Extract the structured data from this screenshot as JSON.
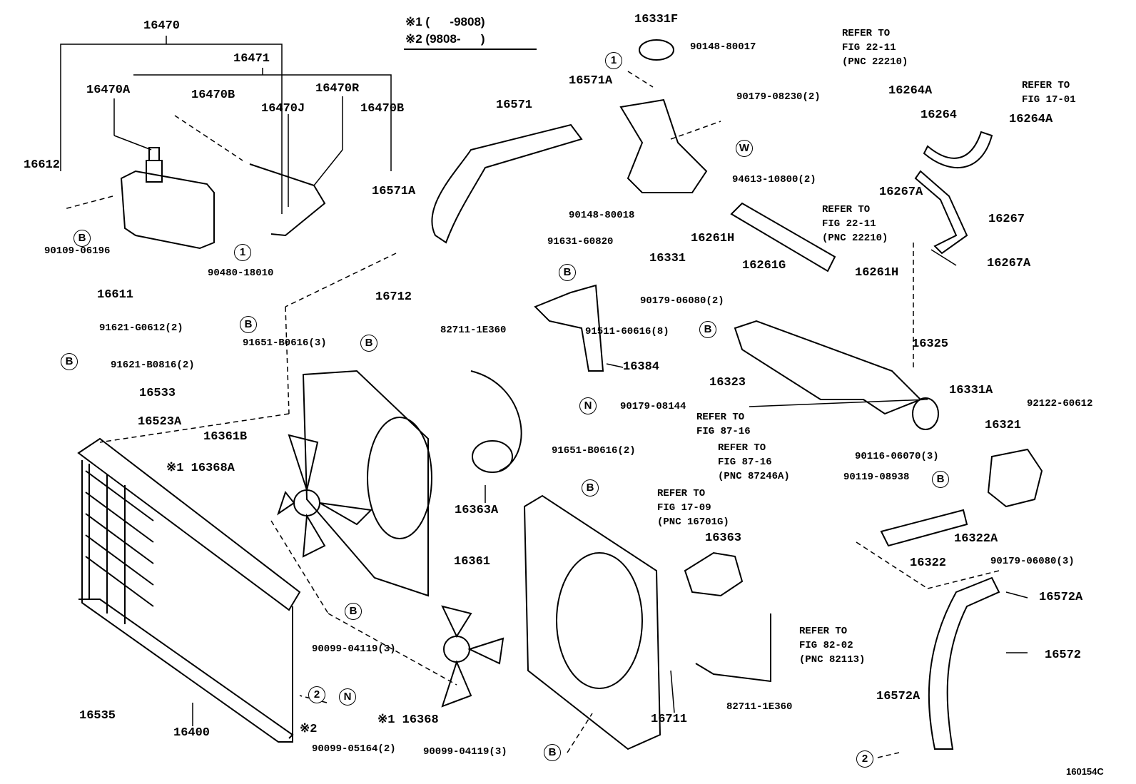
{
  "figure_code": "160154C",
  "notes": [
    "※1 (      -9808)",
    "※2 (9808-      )"
  ],
  "labels": [
    "16470",
    "16471",
    "16470A",
    "16470B",
    "16470R",
    "16470J",
    "16470B",
    "16612",
    "90109-06196",
    "90480-18010",
    "16611",
    "91621-G0612(2)",
    "91651-B0616(3)",
    "91621-B0816(2)",
    "16533",
    "16523A",
    "16361B",
    "※1 16368A",
    "16712",
    "82711-1E360",
    "16384",
    "91631-60820",
    "91511-60616(8)",
    "90179-06080(2)",
    "16571",
    "16571A",
    "16571A",
    "16331F",
    "90148-80017",
    "90179-08230(2)",
    "94613-10800(2)",
    "90148-80018",
    "16331",
    "16261H",
    "16261G",
    "16261H",
    "16264A",
    "16264",
    "16264A",
    "16267A",
    "16267",
    "16267A",
    "16325",
    "16323",
    "16331A",
    "92122-60612",
    "16321",
    "90179-08144",
    "90116-06070(3)",
    "90119-08938",
    "91651-B0616(2)",
    "16363A",
    "16363",
    "16322A",
    "16322",
    "90179-06080(3)",
    "16572A",
    "16572",
    "16361",
    "90099-04119(3)",
    "82711-1E360",
    "16711",
    "16572A",
    "16535",
    "16400",
    "※2",
    "※1 16368",
    "90099-05164(2)",
    "90099-04119(3)"
  ],
  "references": [
    "REFER TO\nFIG 22-11\n(PNC 22210)",
    "REFER TO\nFIG 17-01",
    "REFER TO\nFIG 22-11\n(PNC 22210)",
    "REFER TO\nFIG 87-16",
    "REFER TO\nFIG 87-16\n(PNC 87246A)",
    "REFER TO\nFIG 17-09\n(PNC 16701G)",
    "REFER TO\nFIG 82-02\n(PNC 82113)"
  ],
  "callouts": [
    "1",
    "1",
    "2",
    "2",
    "B",
    "B",
    "B",
    "B",
    "B",
    "B",
    "B",
    "B",
    "B",
    "B",
    "N",
    "N",
    "W"
  ]
}
